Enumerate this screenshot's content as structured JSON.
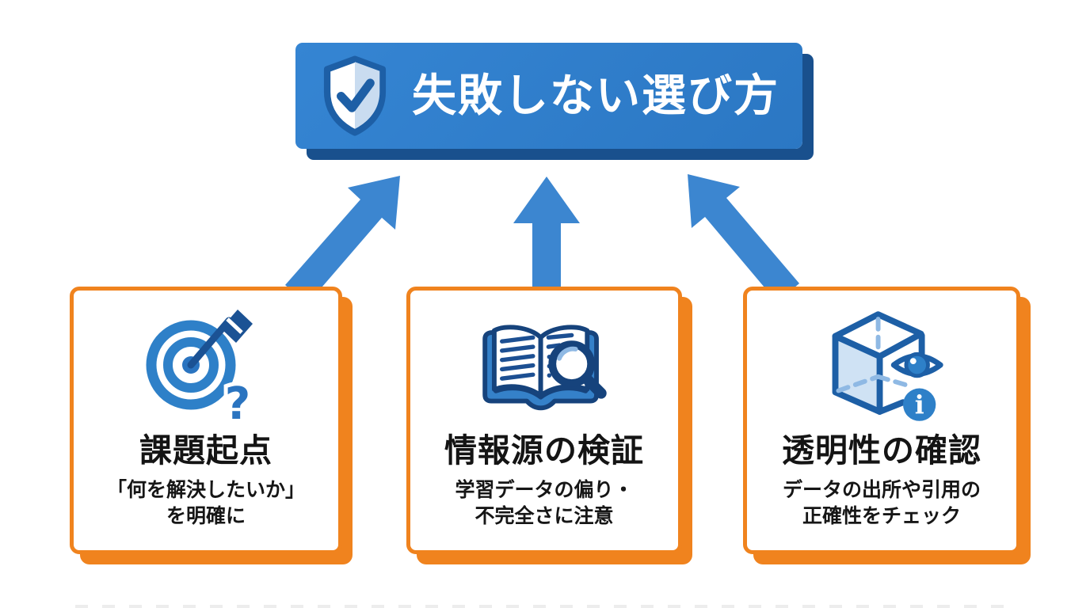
{
  "palette": {
    "banner_blue": "#2f7cc6",
    "banner_shadow_navy": "#19508d",
    "arrow_blue": "#3c86d0",
    "card_border_orange": "#f0831e",
    "icon_navy": "#1d5fa6",
    "icon_blue": "#2e80c8",
    "icon_light_blue": "#cfe2f4",
    "title_text_color": "#141414",
    "banner_text_color": "#ffffff",
    "background": "#ffffff"
  },
  "banner": {
    "title": "失敗しない選び方",
    "icon": "shield-check-icon"
  },
  "arrows": [
    {
      "name": "arrow-from-left-card",
      "direction": "up-right"
    },
    {
      "name": "arrow-from-middle-card",
      "direction": "up"
    },
    {
      "name": "arrow-from-right-card",
      "direction": "up-left"
    }
  ],
  "cards": [
    {
      "icon": "target-dart-question-icon",
      "title": "課題起点",
      "subtitle_line1": "「何を解決したいか」",
      "subtitle_line2": "を明確に"
    },
    {
      "icon": "open-book-magnifier-icon",
      "title": "情報源の検証",
      "subtitle_line1": "学習データの偏り・",
      "subtitle_line2": "不完全さに注意"
    },
    {
      "icon": "cube-eye-info-icon",
      "title": "透明性の確認",
      "subtitle_line1": "データの出所や引用の",
      "subtitle_line2": "正確性をチェック"
    }
  ],
  "glyphs": {
    "question_mark": "?",
    "info_i": "i"
  }
}
